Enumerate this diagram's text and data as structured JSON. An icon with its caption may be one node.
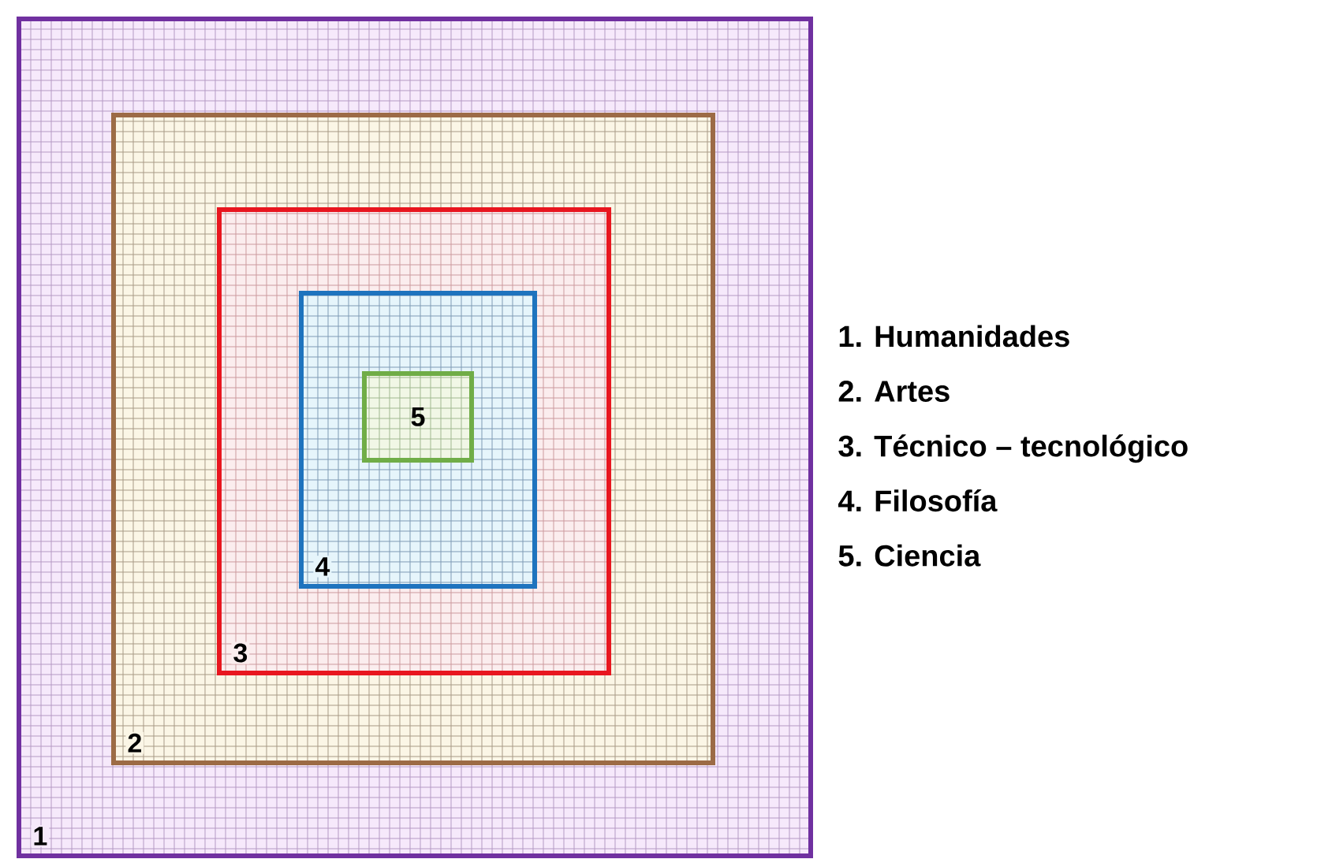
{
  "diagram": {
    "nodes": [
      {
        "text": [
          "1"
        ]
      },
      {
        "text": [
          "2"
        ],
        "in": 0
      },
      {
        "text": [
          "3"
        ],
        "in": 1
      },
      {
        "text": [
          "4"
        ],
        "in": 2
      },
      {
        "text": [
          "5"
        ],
        "in": 3
      }
    ],
    "edges": [],
    "labels": [
      "1. Humanidades",
      "2. Artes",
      "3. Técnico – tecnológico",
      "4. Filosofía",
      "5. Ciencia"
    ]
  }
}
